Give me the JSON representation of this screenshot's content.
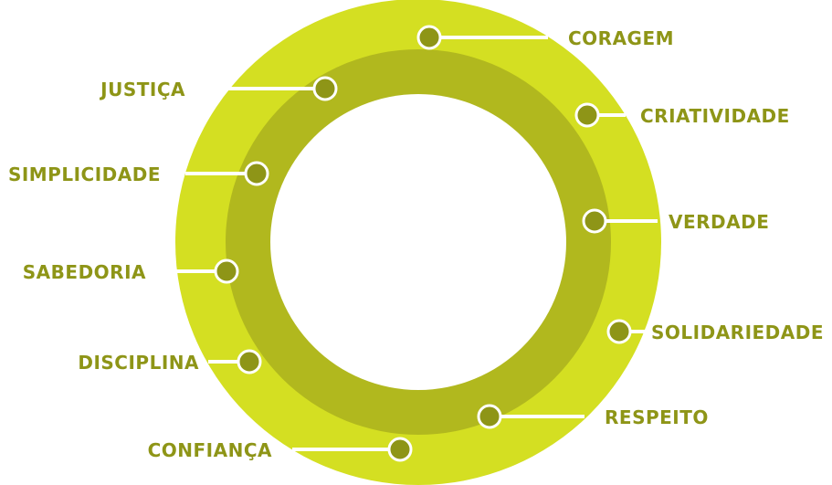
{
  "colors": {
    "outer_ring": "#d4df22",
    "inner_ring": "#b1b81e",
    "center": "#ffffff",
    "dot_fill": "#8e9517",
    "dot_stroke": "#ffffff",
    "leader": "#ffffff",
    "label": "#8e9517"
  },
  "values": [
    {
      "label": "CORAGEM"
    },
    {
      "label": "CRIATIVIDADE"
    },
    {
      "label": "VERDADE"
    },
    {
      "label": "SOLIDARIEDADE"
    },
    {
      "label": "RESPEITO"
    },
    {
      "label": "JUSTIÇA"
    },
    {
      "label": "SIMPLICIDADE"
    },
    {
      "label": "SABEDORIA"
    },
    {
      "label": "DISCIPLINA"
    },
    {
      "label": "CONFIANÇA"
    }
  ]
}
